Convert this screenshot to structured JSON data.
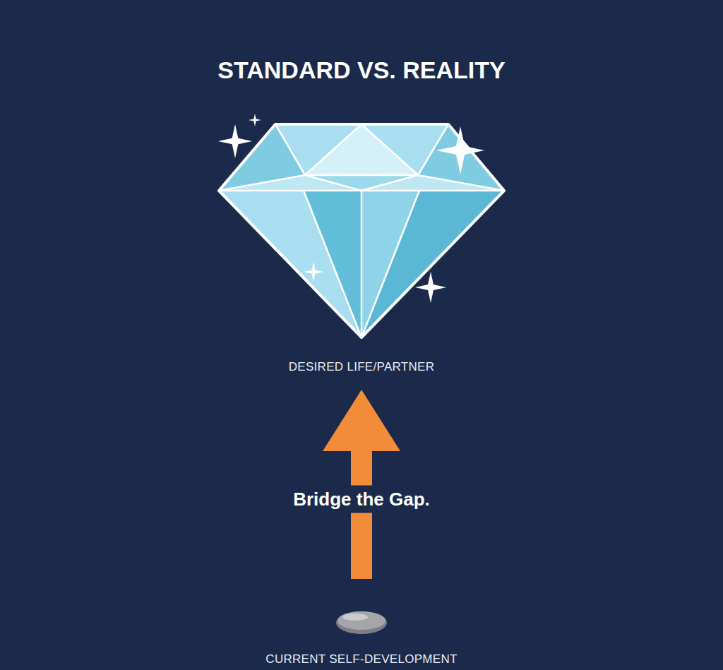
{
  "diagram": {
    "title": "STANDARD VS. REALITY",
    "nodes": [
      {
        "text": [
          "DESIRED LIFE/PARTNER"
        ]
      },
      {
        "text": [
          "CURRENT SELF-DEVELOPMENT"
        ]
      }
    ],
    "edges": [
      {
        "from": 1,
        "to": 0,
        "label": "Bridge the Gap.",
        "arrow": "to"
      }
    ]
  }
}
